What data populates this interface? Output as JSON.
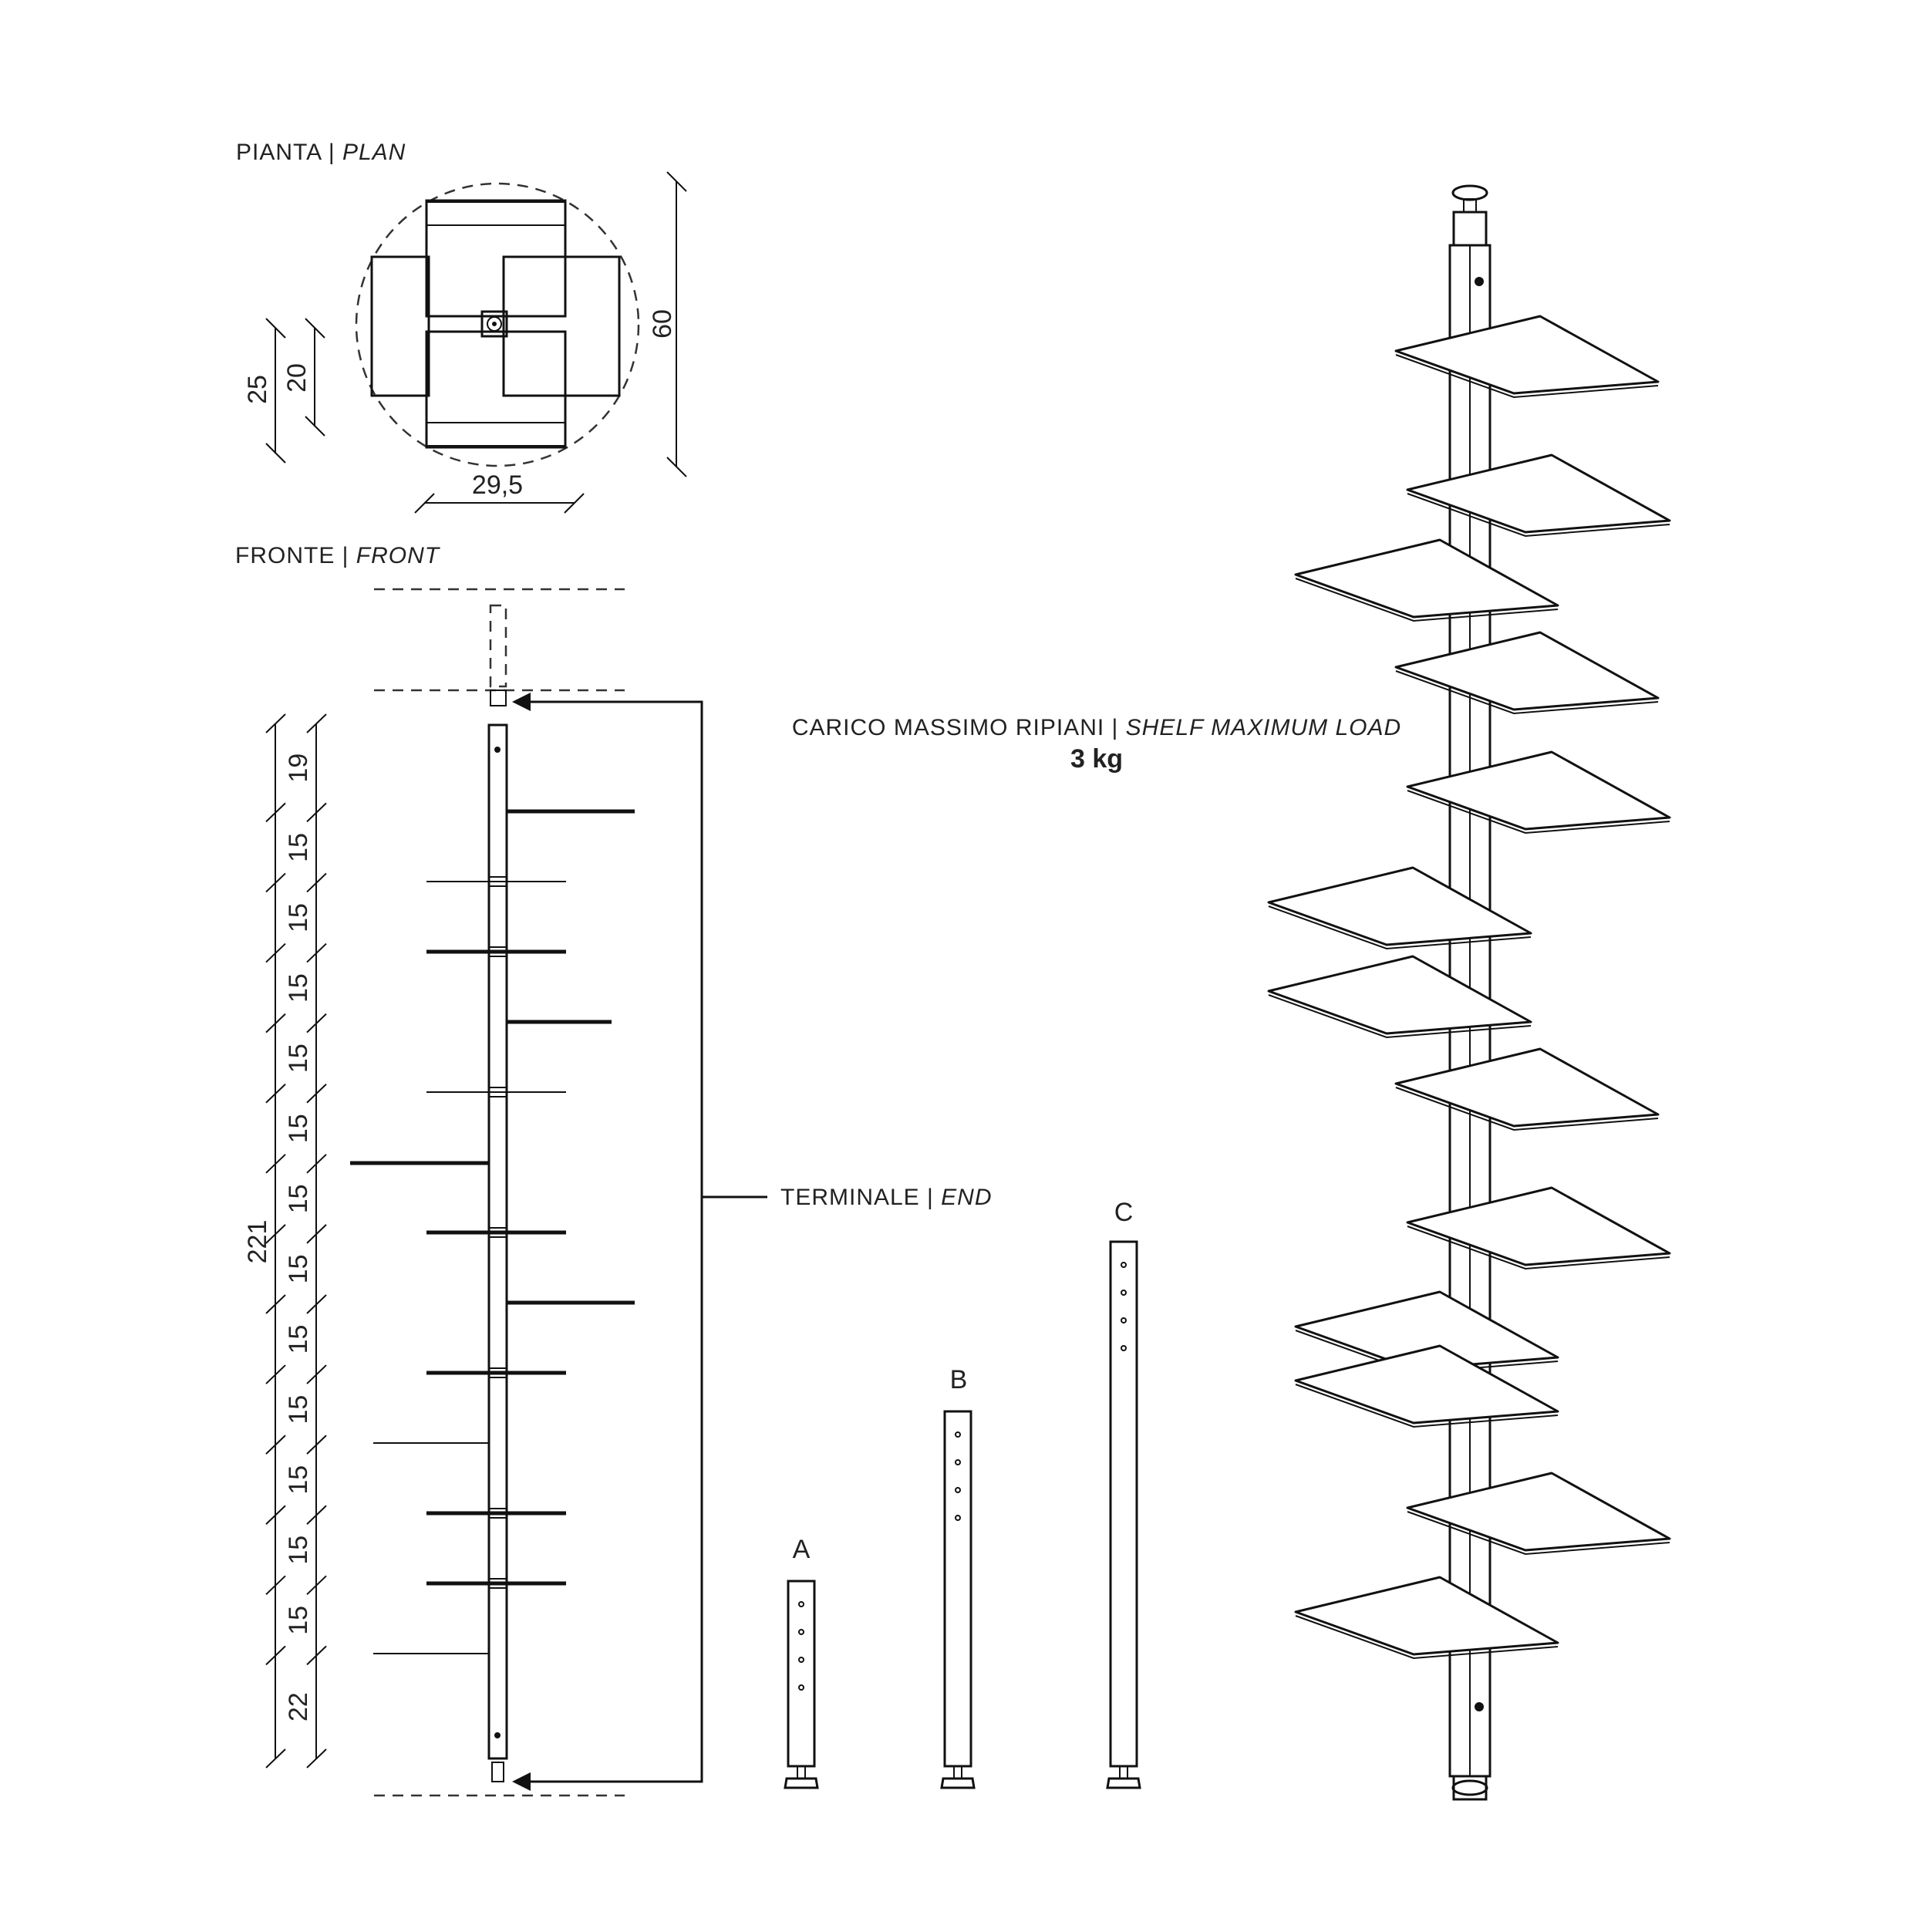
{
  "plan": {
    "title": "PIANTA",
    "title_en": "PLAN",
    "dims": {
      "width": "29,5",
      "height": "60",
      "depth_outer": "25",
      "depth_inner": "20"
    }
  },
  "front": {
    "title": "FRONTE",
    "title_en": "FRONT",
    "total": "221",
    "segments": [
      "19",
      "15",
      "15",
      "15",
      "15",
      "15",
      "15",
      "15",
      "15",
      "15",
      "15",
      "15",
      "15",
      "22"
    ]
  },
  "end_label": {
    "it": "TERMINALE",
    "en": "END"
  },
  "load": {
    "it": "CARICO MASSIMO RIPIANI",
    "en": "SHELF MAXIMUM LOAD",
    "value": "3 kg"
  },
  "variants": [
    "A",
    "B",
    "C"
  ]
}
